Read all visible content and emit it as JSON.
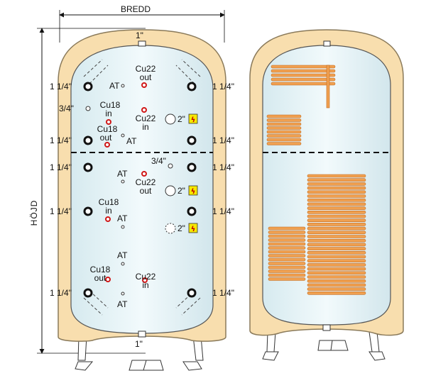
{
  "dimensions": {
    "width_label": "BREDD",
    "height_label": "HÖJD"
  },
  "tank_left": {
    "connections": {
      "top": "1\"",
      "bottom": "1\"",
      "left_1": "1 1/4\"",
      "left_2": "1 1/4\"",
      "left_3": "1 1/4\"",
      "left_4": "1 1/4\"",
      "left_5": "1 1/4\"",
      "right_1": "1 1/4\"",
      "right_2": "1 1/4\"",
      "right_3": "1 1/4\"",
      "right_4": "1 1/4\"",
      "right_5": "1 1/4\"",
      "left_small": "3/4\"",
      "mid_small": "3/4\""
    },
    "sensors": {
      "at_1": "AT",
      "at_2": "AT",
      "at_3": "AT",
      "at_4": "AT",
      "at_5": "AT",
      "at_6": "AT"
    },
    "coils": {
      "cu22_out_top_a": "Cu22",
      "cu22_out_top_b": "out",
      "cu18_in_a": "Cu18",
      "cu18_in_b": "in",
      "cu22_in_a": "Cu22",
      "cu22_in_b": "in",
      "cu18_out_a": "Cu18",
      "cu18_out_b": "out",
      "cu22_out_mid_a": "Cu22",
      "cu22_out_mid_b": "out",
      "cu18_in_mid_a": "Cu18",
      "cu18_in_mid_b": "in",
      "cu18_out_low_a": "Cu18",
      "cu18_out_low_b": "out",
      "cu22_in_low_a": "Cu22",
      "cu22_in_low_b": "in"
    },
    "heaters": {
      "heater_1": "2\"",
      "heater_2": "2\"",
      "heater_3": "2\""
    }
  },
  "colors": {
    "insulation": "#f8deae",
    "insulation_stroke": "#8a7a5a",
    "tank": "#e6f3f6",
    "coil": "#f0a050",
    "red_port": "#d01818",
    "bolt_bg": "#f6e800"
  }
}
